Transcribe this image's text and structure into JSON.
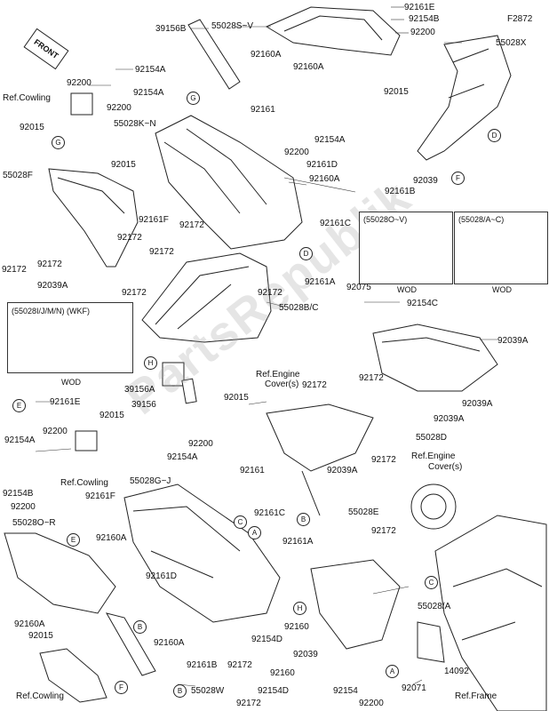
{
  "figure_code": "F2872",
  "front_label": "FRONT",
  "watermark": "PartsRepublik",
  "callouts": {
    "c1": "92161E",
    "c2": "92154B",
    "c3": "92200",
    "c4": "55028S~V",
    "c5": "39156B",
    "c6": "55028X",
    "c7": "92154A",
    "c8": "92200",
    "c9": "92154A",
    "c10": "92160A",
    "c11": "92160A",
    "c12": "Ref.Cowling",
    "c13": "92200",
    "c14": "92015",
    "c15": "92161",
    "c16": "55028K~N",
    "c17": "92015",
    "c18": "92154A",
    "c19": "92200",
    "c20": "92161D",
    "c21": "55028F",
    "c22": "92015",
    "c23": "92039",
    "c24": "92160A",
    "c25": "92161B",
    "c26": "92161F",
    "c27": "92172",
    "c28": "92161C",
    "c29": "92172",
    "c30": "92172",
    "c31": "92172",
    "c32": "92039A",
    "c33": "92172",
    "c34": "92161A",
    "c35": "92075",
    "c36": "92172",
    "c37": "92172",
    "c38": "55028B/C",
    "c39": "92154C",
    "c40": "92039A",
    "c41": "Ref.Engine",
    "c42": "Cover(s)",
    "c43": "39156A",
    "c44": "92172",
    "c45": "92172",
    "c46": "39156",
    "c47": "92015",
    "c48": "92161E",
    "c49": "92015",
    "c50": "92039A",
    "c51": "92154A",
    "c52": "92200",
    "c53": "92039A",
    "c54": "55028D",
    "c55": "92200",
    "c56": "92154A",
    "c57": "Ref.Cowling",
    "c58": "92172",
    "c59": "92039A",
    "c60": "Ref.Engine",
    "c61": "Cover(s)",
    "c62": "55028G~J",
    "c63": "92161",
    "c64": "92154B",
    "c65": "92161F",
    "c66": "92200",
    "c67": "92161C",
    "c68": "55028E",
    "c69": "55028O~R",
    "c70": "92160A",
    "c71": "92161A",
    "c72": "92172",
    "c73": "92161D",
    "c74": "55028/A",
    "c75": "92160A",
    "c76": "92015",
    "c77": "92160A",
    "c78": "92160",
    "c79": "92154D",
    "c80": "92039",
    "c81": "92161B",
    "c82": "92172",
    "c83": "92160",
    "c84": "92154D",
    "c85": "92154",
    "c86": "14092",
    "c87": "Ref.Cowling",
    "c88": "55028W",
    "c89": "92172",
    "c90": "92071",
    "c91": "Ref.Frame",
    "c92": "92200"
  },
  "circle_refs": {
    "G1": "G",
    "G2": "G",
    "D1": "D",
    "F1": "F",
    "D2": "D",
    "H1": "H",
    "E1": "E",
    "E2": "E",
    "C1": "C",
    "A1": "A",
    "B1": "B",
    "B2": "B",
    "C2": "C",
    "H2": "H",
    "F2": "F",
    "A2": "A",
    "B3": "B"
  },
  "insets": {
    "variant1": {
      "title": "(55028O~V)",
      "caption": "WOD"
    },
    "variant2": {
      "title": "(55028/A~C)",
      "caption": "WOD"
    },
    "variant3": {
      "title": "(55028I/J/M/N) (WKF)",
      "caption": "WOD"
    }
  }
}
